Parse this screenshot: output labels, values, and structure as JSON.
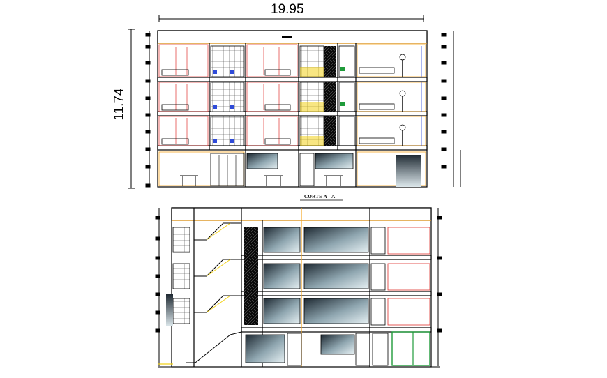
{
  "drawing": {
    "overall_width_label": "19.95",
    "overall_height_label": "11.74",
    "section_title": "CORTE A - A"
  },
  "colors": {
    "line": "#000000",
    "wall_fill": "#ffffff",
    "orange_accent": "#f5a623",
    "red_accent": "#e0322e",
    "blue_accent": "#2f4bd8",
    "green_accent": "#1f9b3a",
    "yellow_accent": "#f2d21b",
    "glass_dark": "#1f2a33",
    "glass_light": "#cfe3ea"
  }
}
